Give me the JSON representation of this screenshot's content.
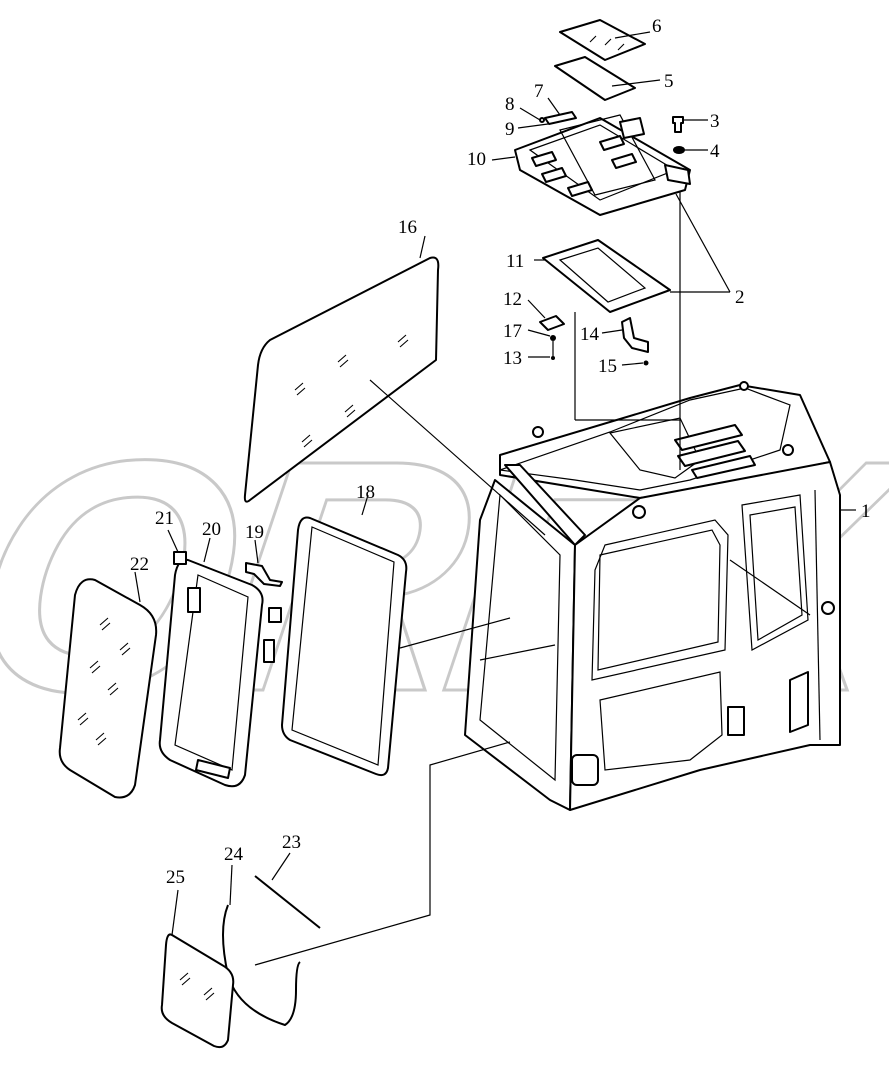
{
  "callouts": [
    {
      "id": "c1",
      "label": "1"
    },
    {
      "id": "c2",
      "label": "2"
    },
    {
      "id": "c3",
      "label": "3"
    },
    {
      "id": "c4",
      "label": "4"
    },
    {
      "id": "c5",
      "label": "5"
    },
    {
      "id": "c6",
      "label": "6"
    },
    {
      "id": "c7",
      "label": "7"
    },
    {
      "id": "c8",
      "label": "8"
    },
    {
      "id": "c9",
      "label": "9"
    },
    {
      "id": "c10",
      "label": "10"
    },
    {
      "id": "c11",
      "label": "11"
    },
    {
      "id": "c12",
      "label": "12"
    },
    {
      "id": "c13",
      "label": "13"
    },
    {
      "id": "c14",
      "label": "14"
    },
    {
      "id": "c15",
      "label": "15"
    },
    {
      "id": "c16",
      "label": "16"
    },
    {
      "id": "c17",
      "label": "17"
    },
    {
      "id": "c18",
      "label": "18"
    },
    {
      "id": "c19",
      "label": "19"
    },
    {
      "id": "c20",
      "label": "20"
    },
    {
      "id": "c21",
      "label": "21"
    },
    {
      "id": "c22",
      "label": "22"
    },
    {
      "id": "c23",
      "label": "23"
    },
    {
      "id": "c24",
      "label": "24"
    },
    {
      "id": "c25",
      "label": "25"
    }
  ],
  "watermark": {
    "text": "OREX"
  },
  "colors": {
    "line": "#000000",
    "background": "#ffffff",
    "watermark": "#c9c9c9"
  }
}
